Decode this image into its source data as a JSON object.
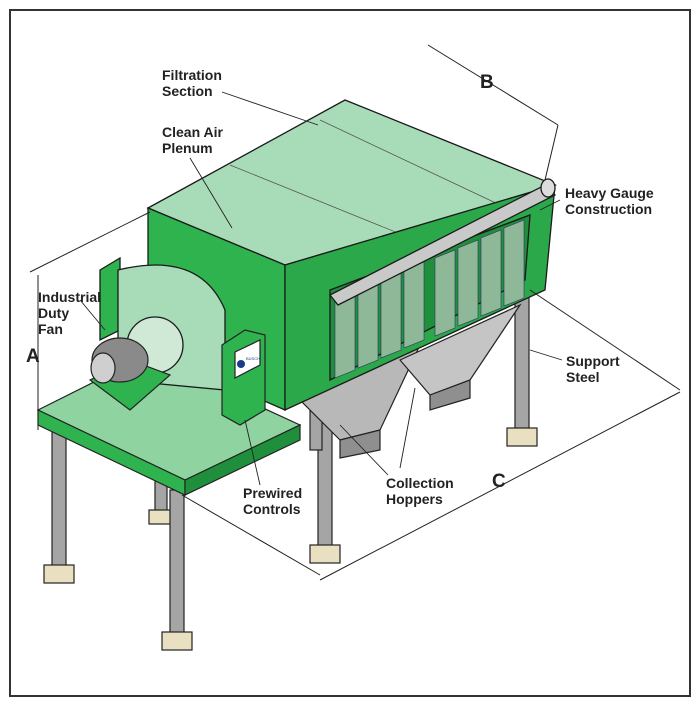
{
  "diagram": {
    "labels": {
      "filtration_section": [
        "Filtration",
        "Section"
      ],
      "clean_air_plenum": [
        "Clean Air",
        "Plenum"
      ],
      "heavy_gauge_construction": [
        "Heavy Gauge",
        "Construction"
      ],
      "industrial_duty_fan": [
        "Industrial",
        "Duty",
        "Fan"
      ],
      "support_steel": [
        "Support",
        "Steel"
      ],
      "collection_hoppers": [
        "Collection",
        "Hoppers"
      ],
      "prewired_controls": [
        "Prewired",
        "Controls"
      ]
    },
    "dimensions": {
      "a": "A",
      "b": "B",
      "c": "C"
    },
    "logo_text": "BUSCH",
    "colors": {
      "green_light": "#a8dcb8",
      "green": "#2fb34f",
      "green_dark": "#1f8f3c",
      "steel": "#9a9a9a",
      "outline": "#1a1a1a"
    }
  }
}
